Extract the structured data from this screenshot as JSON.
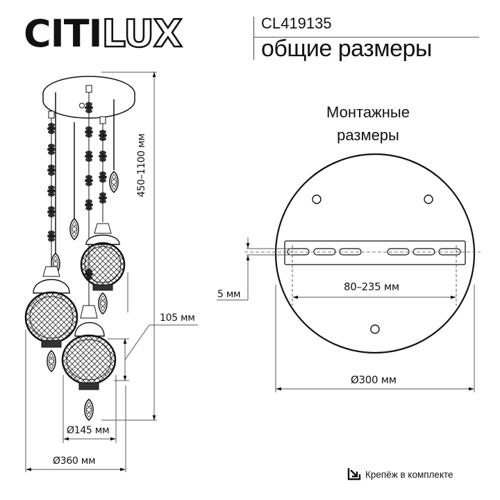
{
  "header": {
    "brand_solid": "CITI",
    "brand_outline": "LUX",
    "model": "CL419135",
    "subtitle": "общие размеры"
  },
  "left_drawing": {
    "height_dim": "450–1100 мм",
    "shade_height_dim": "105 мм",
    "shade_diameter_dim": "Ø145 мм",
    "total_diameter_dim": "Ø360 мм"
  },
  "right_drawing": {
    "title_line1": "Монтажные",
    "title_line2": "размеры",
    "bar_thickness_dim": "5 мм",
    "hole_spacing_dim": "80–235 мм",
    "plate_diameter_dim": "Ø300 мм"
  },
  "footer": {
    "kit_icon": "arrow-into-box-icon",
    "kit_label": "Крепёж в комплекте"
  },
  "colors": {
    "ink": "#111111",
    "dim_line": "#555555",
    "background": "#ffffff"
  }
}
